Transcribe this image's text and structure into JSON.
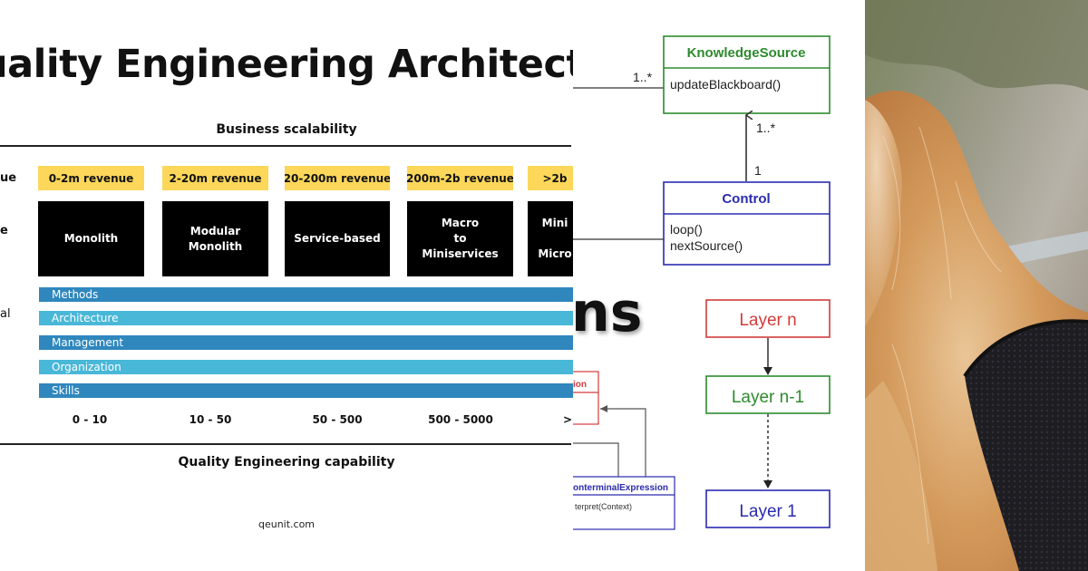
{
  "left": {
    "title": "uality Engineering Architecture",
    "top_axis": "Business scalability",
    "bottom_axis": "Quality Engineering capability",
    "row_labels": [
      "ue",
      "e",
      "al"
    ],
    "revenue": [
      "0-2m revenue",
      "2-20m revenue",
      "20-200m revenue",
      "200m-2b revenue",
      ">2b"
    ],
    "architectures": [
      "Monolith",
      "Modular\nMonolith",
      "Service-based",
      "Macro\nto\nMiniservices",
      "Mini\n\nMicro"
    ],
    "capabilities": [
      "Methods",
      "Architecture",
      "Management",
      "Organization",
      "Skills"
    ],
    "scales": [
      "0 - 10",
      "10 - 50",
      "50 - 500",
      "500 - 5000",
      ">"
    ],
    "site": "qeunit.com",
    "colors": {
      "yellow": "#fcd75a",
      "bar_dark": "#2f87bd",
      "bar_light": "#48b7d8"
    }
  },
  "uml": {
    "knowledge_source": {
      "name": "KnowledgeSource",
      "method": "updateBlackboard()"
    },
    "control": {
      "name": "Control",
      "methods": [
        "loop()",
        "nextSource()"
      ]
    },
    "multiplicity_left": "1..*",
    "multiplicity_upper": "1..*",
    "multiplicity_lower": "1",
    "big_text": "ns",
    "layers": [
      "Layer n",
      "Layer n-1",
      "Layer 1"
    ],
    "fragment_top": "ion",
    "fragment_class": "onterminalExpression",
    "fragment_method": "terpret(Context)",
    "colors": {
      "green": "#2e8b2e",
      "blue": "#2b2bb0",
      "red": "#d43b3b"
    }
  },
  "photo": {
    "subject": "dog-fur-photo"
  }
}
